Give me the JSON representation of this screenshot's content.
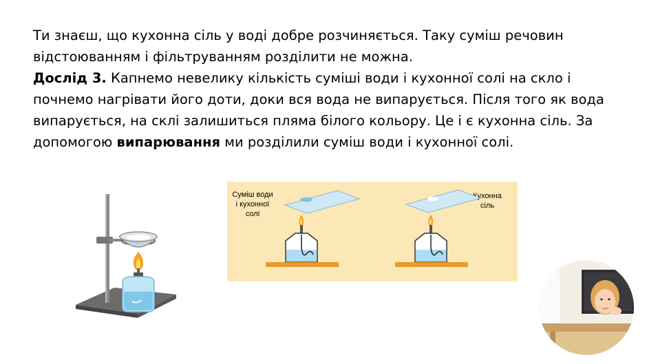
{
  "paragraph1": "Ти знаєш, що кухонна сіль у воді добре розчиняється. Таку суміш речовин відстоюванням і фільтруванням розділити не можна.",
  "paragraph2": {
    "lead_bold": "Дослід 3.",
    "text_a": " Капнемо невелику кількість суміші води і кухонної солі на скло і почнемо нагрівати його доти, доки вся вода не випарується. Після того як вода випарується, на склі залишиться пляма білого кольору. Це і є кухонна сіль. За допомогою ",
    "term_bold": "випарювання",
    "text_b": " ми розділили суміш води і кухонної солі."
  },
  "diagram": {
    "label_left": [
      "Суміш води",
      "і кухонної",
      "солі"
    ],
    "label_right": [
      "Кухонна",
      "сіль"
    ],
    "background": "#fbe8b6"
  },
  "colors": {
    "liquid": "#aedcf2",
    "flame": "#f4a124",
    "table": "#e79a2d"
  }
}
